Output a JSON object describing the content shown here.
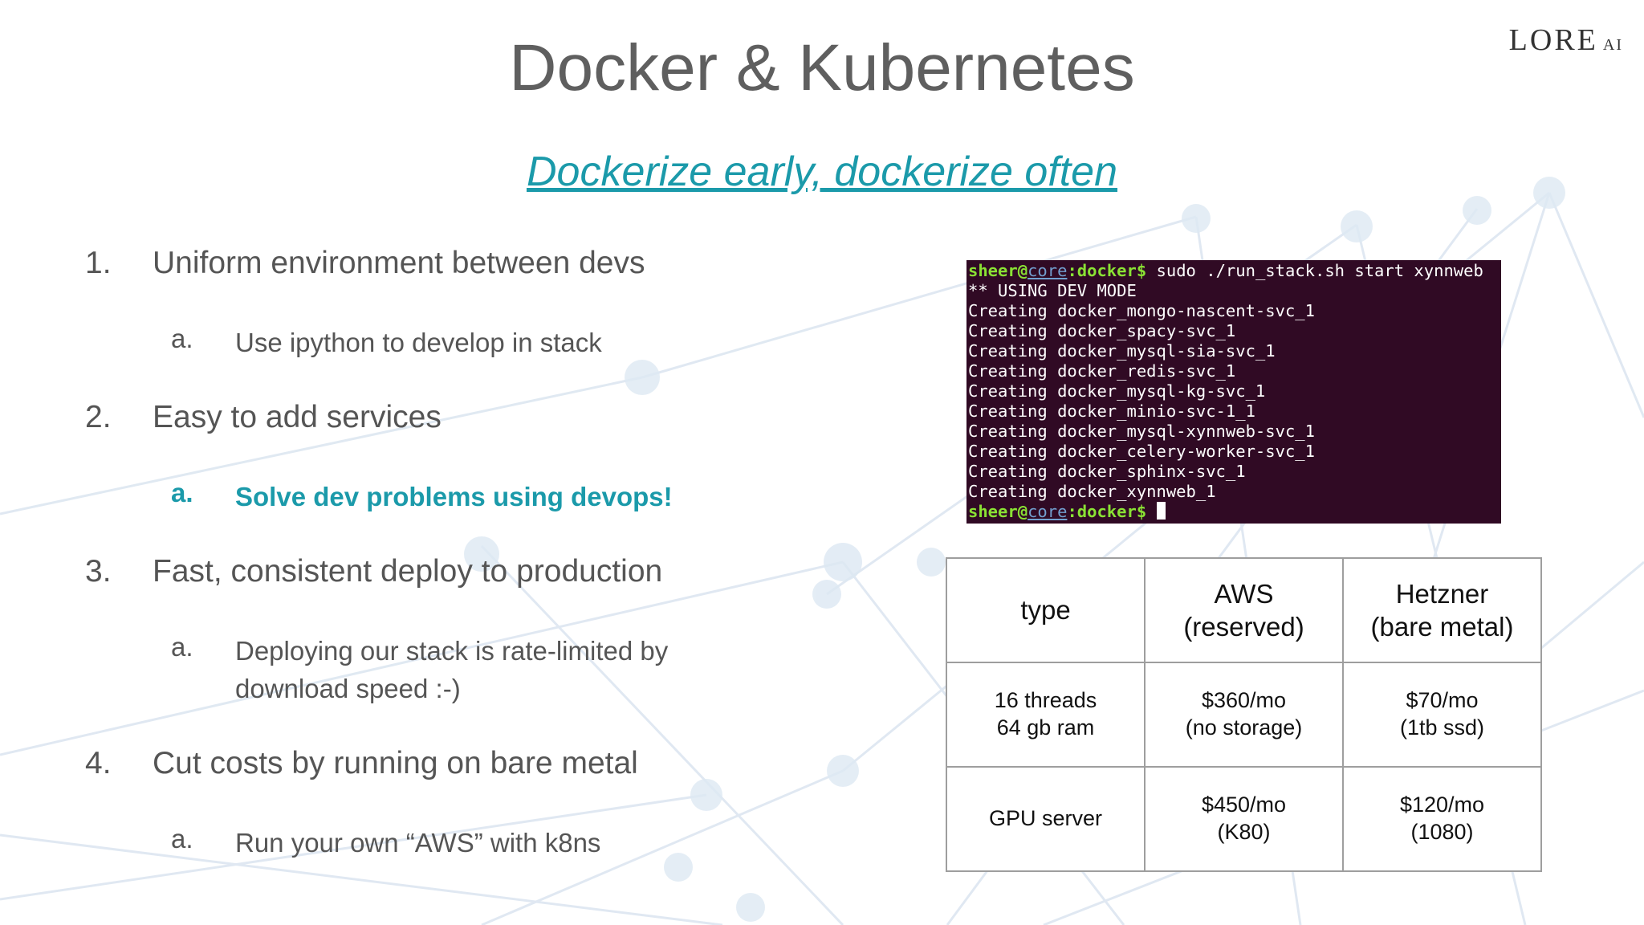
{
  "slide": {
    "logo": {
      "main": "LORE",
      "suffix": "AI"
    },
    "title": "Docker & Kubernetes",
    "subtitle": "Dockerize early, dockerize often",
    "items": [
      {
        "num": "1.",
        "text": "Uniform environment between devs",
        "sub": {
          "num": "a.",
          "lines": [
            "Use ipython to develop in stack"
          ],
          "highlight": false
        }
      },
      {
        "num": "2.",
        "text": "Easy to add services",
        "sub": {
          "num": "a.",
          "lines": [
            "Solve dev problems using devops!"
          ],
          "highlight": true
        }
      },
      {
        "num": "3.",
        "text": "Fast, consistent deploy to production",
        "sub": {
          "num": "a.",
          "lines": [
            "Deploying our stack is rate-limited by",
            "download speed :-)"
          ],
          "highlight": false
        }
      },
      {
        "num": "4.",
        "text": "Cut costs by running on bare metal",
        "sub": {
          "num": "a.",
          "lines": [
            "Run your own “AWS” with k8ns"
          ],
          "highlight": false
        }
      }
    ]
  },
  "terminal": {
    "prompt": {
      "user": "sheer",
      "at": "@",
      "host": "core",
      "path": ":docker",
      "dollar": "$"
    },
    "command": " sudo ./run_stack.sh start xynnweb",
    "output": [
      "** USING DEV MODE",
      "Creating docker_mongo-nascent-svc_1",
      "Creating docker_spacy-svc_1",
      "Creating docker_mysql-sia-svc_1",
      "Creating docker_redis-svc_1",
      "Creating docker_mysql-kg-svc_1",
      "Creating docker_minio-svc-1_1",
      "Creating docker_mysql-xynnweb-svc_1",
      "Creating docker_celery-worker-svc_1",
      "Creating docker_sphinx-svc_1",
      "Creating docker_xynnweb_1"
    ],
    "colors": {
      "background": "#300a24",
      "user": "#8ae234",
      "host": "#729fcf",
      "text": "#ffffff"
    }
  },
  "table": {
    "header": [
      [
        "type"
      ],
      [
        "AWS",
        "(reserved)"
      ],
      [
        "Hetzner",
        "(bare metal)"
      ]
    ],
    "rows": [
      [
        [
          "16 threads",
          "64 gb ram"
        ],
        [
          "$360/mo",
          "(no storage)"
        ],
        [
          "$70/mo",
          "(1tb ssd)"
        ]
      ],
      [
        [
          "GPU server"
        ],
        [
          "$450/mo",
          "(K80)"
        ],
        [
          "$120/mo",
          "(1080)"
        ]
      ]
    ]
  },
  "colors": {
    "accent": "#1b9aaa",
    "title": "#5f5f5f",
    "body_text": "#555555"
  }
}
